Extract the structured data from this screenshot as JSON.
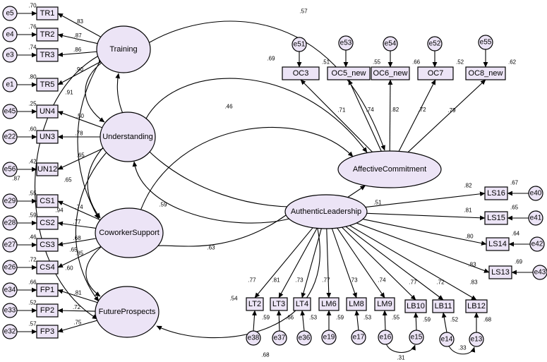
{
  "palette": {
    "fill": "#ece4f6",
    "stroke": "#000000"
  },
  "latents": {
    "TR": "Training",
    "UN": "Understanding",
    "CS": "CoworkerSupport",
    "FP": "FutureProspects",
    "AC": "AffectiveCommitment",
    "AL": "AuthenticLeadership"
  },
  "indicators": {
    "TR1": {
      "label": "TR1",
      "error": "e5",
      "r2": ".70",
      "loading": ".83"
    },
    "TR2": {
      "label": "TR2",
      "error": "e4",
      "r2": ".76",
      "loading": ".87"
    },
    "TR3": {
      "label": "TR3",
      "error": "e3",
      "r2": ".74",
      "loading": ".86"
    },
    "TR5": {
      "label": "TR5",
      "error": "e1",
      "r2": ".80",
      "loading": ".90"
    },
    "UN4": {
      "label": "UN4",
      "error": "e45",
      "r2": ".25",
      "loading": ".50"
    },
    "UN3": {
      "label": "UN3",
      "error": "e22",
      "r2": ".60",
      "loading": ".78"
    },
    "UN12": {
      "label": "UN12",
      "error": "e56",
      "r2": ".42",
      "loading": ".65"
    },
    "CS1": {
      "label": "CS1",
      "error": "e29",
      "r2": ".55",
      "loading": ".74"
    },
    "CS2": {
      "label": "CS2",
      "error": "e28",
      "r2": ".59",
      "loading": ".77"
    },
    "CS3": {
      "label": "CS3",
      "error": "e27",
      "r2": ".46",
      "loading": ".68"
    },
    "CS4": {
      "label": "CS4",
      "error": "e26",
      "r2": ".72",
      "loading": ".85"
    },
    "FP1": {
      "label": "FP1",
      "error": "e34",
      "r2": ".66",
      "loading": ".81"
    },
    "FP2": {
      "label": "FP2",
      "error": "e33",
      "r2": ".52",
      "loading": ".72"
    },
    "FP3": {
      "label": "FP3",
      "error": "e32",
      "r2": ".57",
      "loading": ".75"
    },
    "OC3": {
      "label": "OC3",
      "error": "e51",
      "r2": ".51",
      "loading": ".71"
    },
    "OC5": {
      "label": "OC5_new",
      "error": "e53",
      "r2": ".55",
      "loading": ".74"
    },
    "OC6": {
      "label": "OC6_new",
      "error": "e54",
      "r2": ".66",
      "loading": ".82"
    },
    "OC7": {
      "label": "OC7",
      "error": "e52",
      "r2": ".52",
      "loading": ".72"
    },
    "OC8": {
      "label": "OC8_new",
      "error": "e55",
      "r2": ".62",
      "loading": ".79"
    },
    "LS16": {
      "label": "LS16",
      "error": "e40",
      "r2": ".67",
      "loading": ".82"
    },
    "LS15": {
      "label": "LS15",
      "error": "e41",
      "r2": ".65",
      "loading": ".81"
    },
    "LS14": {
      "label": "LS14",
      "error": "e42",
      "r2": ".64",
      "loading": ".80"
    },
    "LS13": {
      "label": "LS13",
      "error": "e43",
      "r2": ".69",
      "loading": ".83"
    },
    "LT2": {
      "label": "LT2",
      "error": "e38",
      "r2": ".59",
      "loading": ".77"
    },
    "LT3": {
      "label": "LT3",
      "error": "e37",
      "r2": ".66",
      "loading": ".81"
    },
    "LT4": {
      "label": "LT4",
      "error": "e36",
      "r2": ".53",
      "loading": ".73"
    },
    "LM6": {
      "label": "LM6",
      "error": "e19",
      "r2": ".59",
      "loading": ".77"
    },
    "LM8": {
      "label": "LM8",
      "error": "e17",
      "r2": ".53",
      "loading": ".73"
    },
    "LM9": {
      "label": "LM9",
      "error": "e16",
      "r2": ".55",
      "loading": ".74"
    },
    "LB10": {
      "label": "LB10",
      "error": "e15",
      "r2": ".59",
      "loading": ".77"
    },
    "LB11": {
      "label": "LB11",
      "error": "e14",
      "r2": ".52",
      "loading": ".72"
    },
    "LB12": {
      "label": "LB12",
      "error": "e13",
      "r2": ".68",
      "loading": ".83"
    }
  },
  "paths": {
    "TR_AC": ".57",
    "UN_AC": ".69",
    "CS_AC": ".46",
    "TR_UN": ".91",
    "UN_CS": ".94",
    "TR_CS": ".65",
    "CS_FP": ".60",
    "UN_FP": ".65",
    "TR_FP": ".87",
    "AL_TR": ".59",
    "AL_CS": ".63",
    "AL_UN": ".54",
    "AL_FP": ".68",
    "AL_AC": ".51"
  },
  "error_covariances": {
    "e16_e15": ".31",
    "e14_e13": ".33"
  }
}
